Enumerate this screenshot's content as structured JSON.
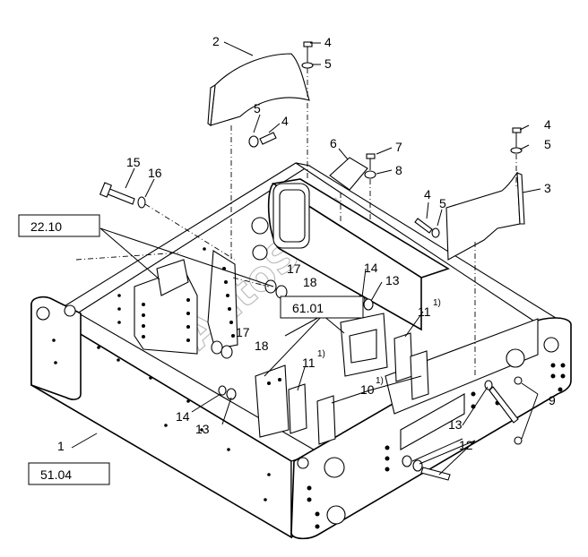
{
  "watermark": "AutoSoft",
  "reference_boxes": [
    {
      "id": "ref-22-10",
      "text": "22.10"
    },
    {
      "id": "ref-61-01",
      "text": "61.01"
    },
    {
      "id": "ref-51-04",
      "text": "51.04"
    }
  ],
  "callouts": [
    {
      "id": "c-2",
      "text": "2"
    },
    {
      "id": "c-4a",
      "text": "4"
    },
    {
      "id": "c-5a",
      "text": "5"
    },
    {
      "id": "c-5b",
      "text": "5"
    },
    {
      "id": "c-4b",
      "text": "4"
    },
    {
      "id": "c-6",
      "text": "6"
    },
    {
      "id": "c-7",
      "text": "7"
    },
    {
      "id": "c-8",
      "text": "8"
    },
    {
      "id": "c-4c",
      "text": "4"
    },
    {
      "id": "c-5c",
      "text": "5"
    },
    {
      "id": "c-3",
      "text": "3"
    },
    {
      "id": "c-4d",
      "text": "4"
    },
    {
      "id": "c-5d",
      "text": "5"
    },
    {
      "id": "c-15",
      "text": "15"
    },
    {
      "id": "c-16",
      "text": "16"
    },
    {
      "id": "c-17a",
      "text": "17"
    },
    {
      "id": "c-18a",
      "text": "18"
    },
    {
      "id": "c-14a",
      "text": "14"
    },
    {
      "id": "c-13a",
      "text": "13"
    },
    {
      "id": "c-11a",
      "text": "11"
    },
    {
      "id": "c-17b",
      "text": "17"
    },
    {
      "id": "c-18b",
      "text": "18"
    },
    {
      "id": "c-11b",
      "text": "11"
    },
    {
      "id": "c-10",
      "text": "10"
    },
    {
      "id": "c-14b",
      "text": "14"
    },
    {
      "id": "c-13b",
      "text": "13"
    },
    {
      "id": "c-13c",
      "text": "13"
    },
    {
      "id": "c-12",
      "text": "12"
    },
    {
      "id": "c-9",
      "text": "9"
    },
    {
      "id": "c-1",
      "text": "1"
    }
  ],
  "footnote_marks": [
    {
      "id": "fn-11a",
      "text": "1)"
    },
    {
      "id": "fn-11b",
      "text": "1)"
    },
    {
      "id": "fn-10",
      "text": "1)"
    }
  ]
}
